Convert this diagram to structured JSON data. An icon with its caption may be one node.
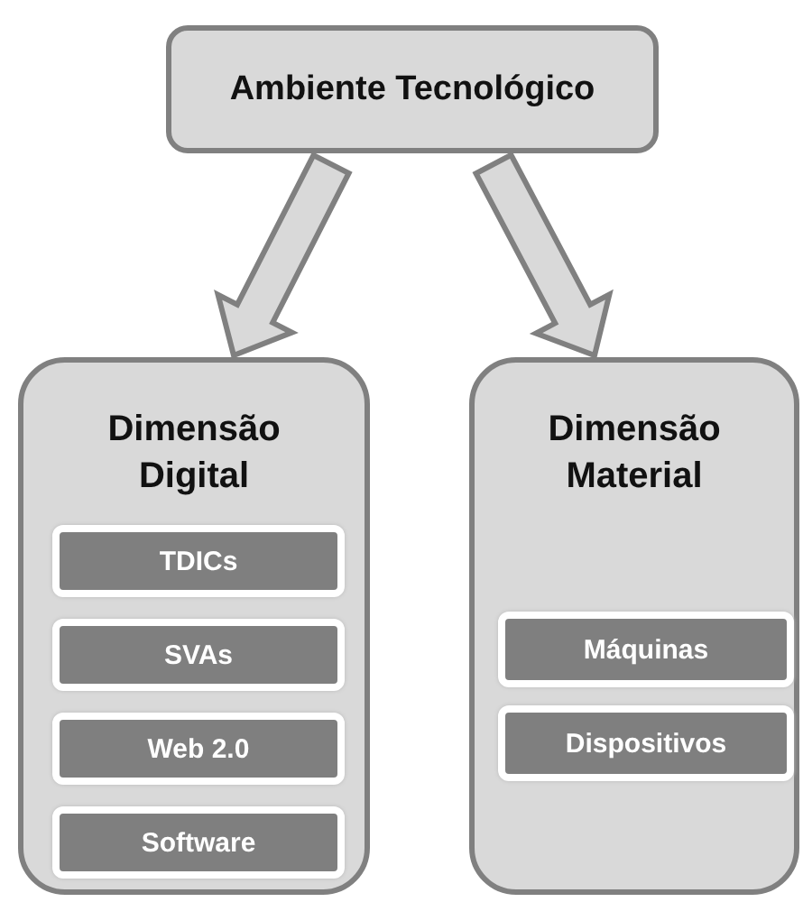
{
  "diagram": {
    "nodes": [
      {
        "text": [
          "Ambiente Tecnológico"
        ]
      },
      {
        "text": [
          "Dimensão Digital"
        ]
      },
      {
        "text": [
          "TDICs"
        ],
        "in": 1
      },
      {
        "text": [
          "SVAs"
        ],
        "in": 1
      },
      {
        "text": [
          "Web 2.0"
        ],
        "in": 1
      },
      {
        "text": [
          "Software"
        ],
        "in": 1
      },
      {
        "text": [
          "Dimensão Material"
        ]
      },
      {
        "text": [
          "Máquinas"
        ],
        "in": 6
      },
      {
        "text": [
          "Dispositivos"
        ],
        "in": 6
      }
    ],
    "edges": [
      {
        "from": 0,
        "to": 1,
        "arrow": "to"
      },
      {
        "from": 0,
        "to": 6,
        "arrow": "to"
      }
    ]
  }
}
